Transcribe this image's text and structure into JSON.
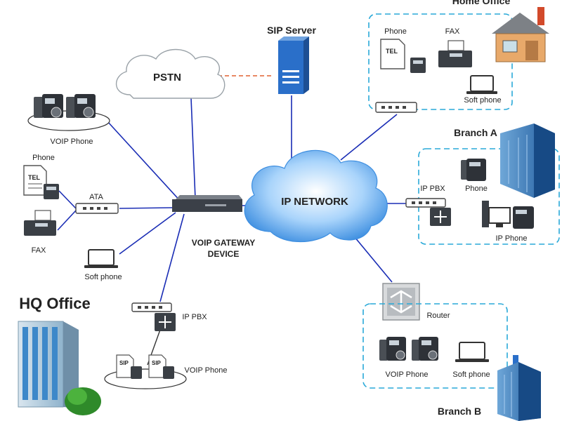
{
  "labels": {
    "pstn": "PSTN",
    "sip_server": "SIP Server",
    "ip_network": "IP NETWORK",
    "gateway_line1": "VOIP GATEWAY",
    "gateway_line2": "DEVICE",
    "hq_office": "HQ Office",
    "voip_phone_top": "VOIP Phone",
    "phone_left": "Phone",
    "ata": "ATA",
    "fax_left": "FAX",
    "soft_phone_left": "Soft phone",
    "ip_pbx_hq": "IP PBX",
    "voip_phone_hq": "VOIP Phone",
    "home_office": "Home Office",
    "home_phone": "Phone",
    "home_fax": "FAX",
    "home_soft_phone": "Soft phone",
    "branch_a": "Branch A",
    "ip_pbx_a": "IP PBX",
    "phone_a": "Phone",
    "ip_phone_a": "IP Phone",
    "router": "Router",
    "voip_phone_b": "VOIP Phone",
    "soft_phone_b": "Soft phone",
    "branch_b": "Branch B",
    "tel_text": "TEL",
    "sip_text": "SIP"
  },
  "colors": {
    "link": "#1a2db5",
    "pstn_link": "#e06030",
    "dashed_box": "#29a9d8",
    "cloud_fill": "#4f9ee8",
    "server_blue": "#2a6fc9"
  }
}
